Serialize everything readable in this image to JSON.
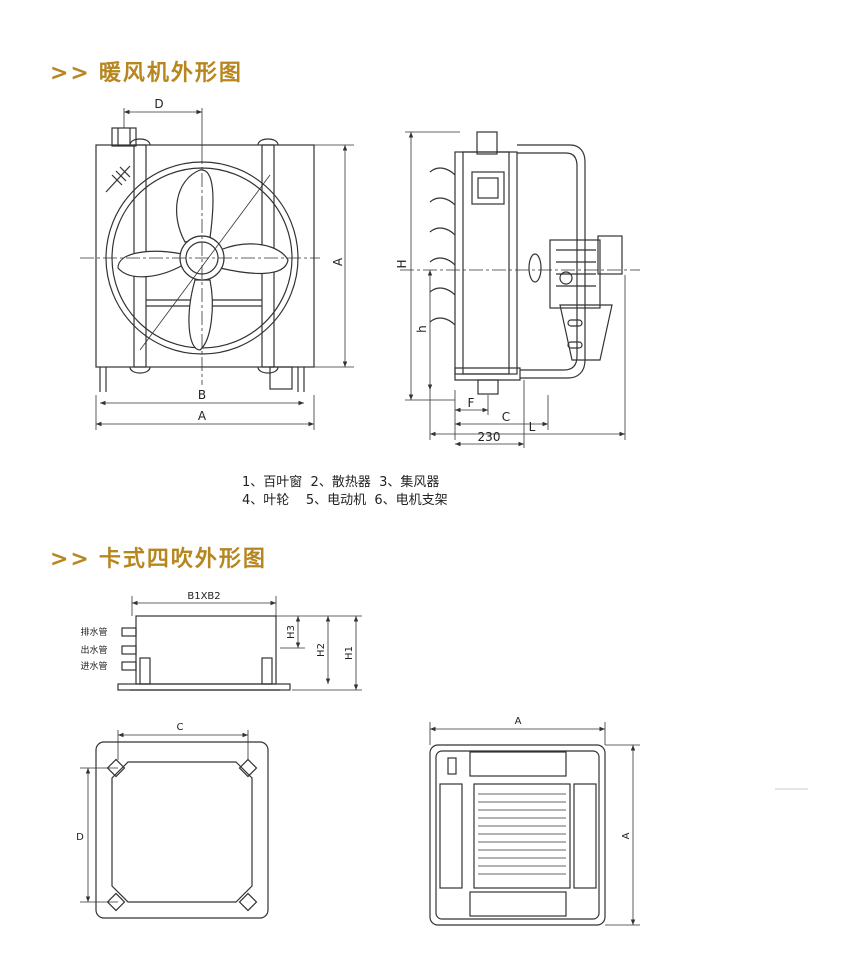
{
  "headings": {
    "heater": "暖风机外形图",
    "cassette": "卡式四吹外形图",
    "arrow": ">>"
  },
  "colors": {
    "heading": "#b8861e",
    "line": "#333333"
  },
  "heater_front": {
    "dims": {
      "d": "D",
      "a": "A",
      "b": "B",
      "a_bottom": "A"
    }
  },
  "heater_side": {
    "dims": {
      "h_total": "H",
      "h_small": "h",
      "f": "F",
      "c": "C",
      "l": "L",
      "w230": "230"
    }
  },
  "legend": {
    "row1": [
      "1、百叶窗",
      "2、散热器",
      "3、集风器"
    ],
    "row2": [
      "4、叶轮",
      "5、电动机",
      "6、电机支架"
    ]
  },
  "cassette_side": {
    "pipes": [
      "排水管",
      "出水管",
      "进水管"
    ],
    "dims": {
      "b1xb2": "B1XB2",
      "h3": "H3",
      "h2": "H2",
      "h1": "H1"
    }
  },
  "cassette_bottom": {
    "dims": {
      "c": "C",
      "d": "D"
    }
  },
  "cassette_panel": {
    "dims": {
      "a_top": "A",
      "a_side": "A"
    }
  }
}
